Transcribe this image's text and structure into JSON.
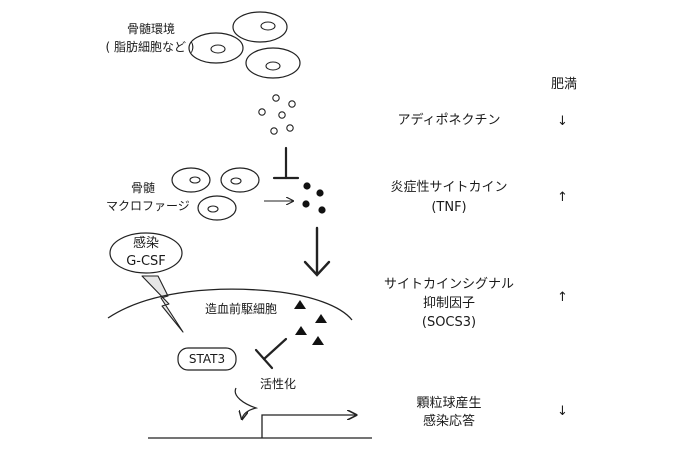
{
  "diagram": {
    "bone_env_label": "骨髄環境",
    "bone_env_sub": "( 脂肪細胞など )",
    "macrophage_line1": "骨髄",
    "macrophage_line2": "マクロファージ",
    "infection_line1": "感染",
    "infection_line2": "G-CSF",
    "progenitor_label": "造血前駆細胞",
    "stat3_label": "STAT3",
    "activation_label": "活性化"
  },
  "obesity_panel": {
    "header": "肥満",
    "rows": [
      {
        "label_lines": [
          "アディポネクチン"
        ],
        "direction_symbol": "↓"
      },
      {
        "label_lines": [
          "炎症性サイトカイン",
          "(TNF)"
        ],
        "direction_symbol": "↑"
      },
      {
        "label_lines": [
          "サイトカインシグナル",
          "抑制因子",
          "(SOCS3)"
        ],
        "direction_symbol": "↑"
      },
      {
        "label_lines": [
          "顆粒球産生",
          "感染応答"
        ],
        "direction_symbol": "↓"
      }
    ]
  }
}
